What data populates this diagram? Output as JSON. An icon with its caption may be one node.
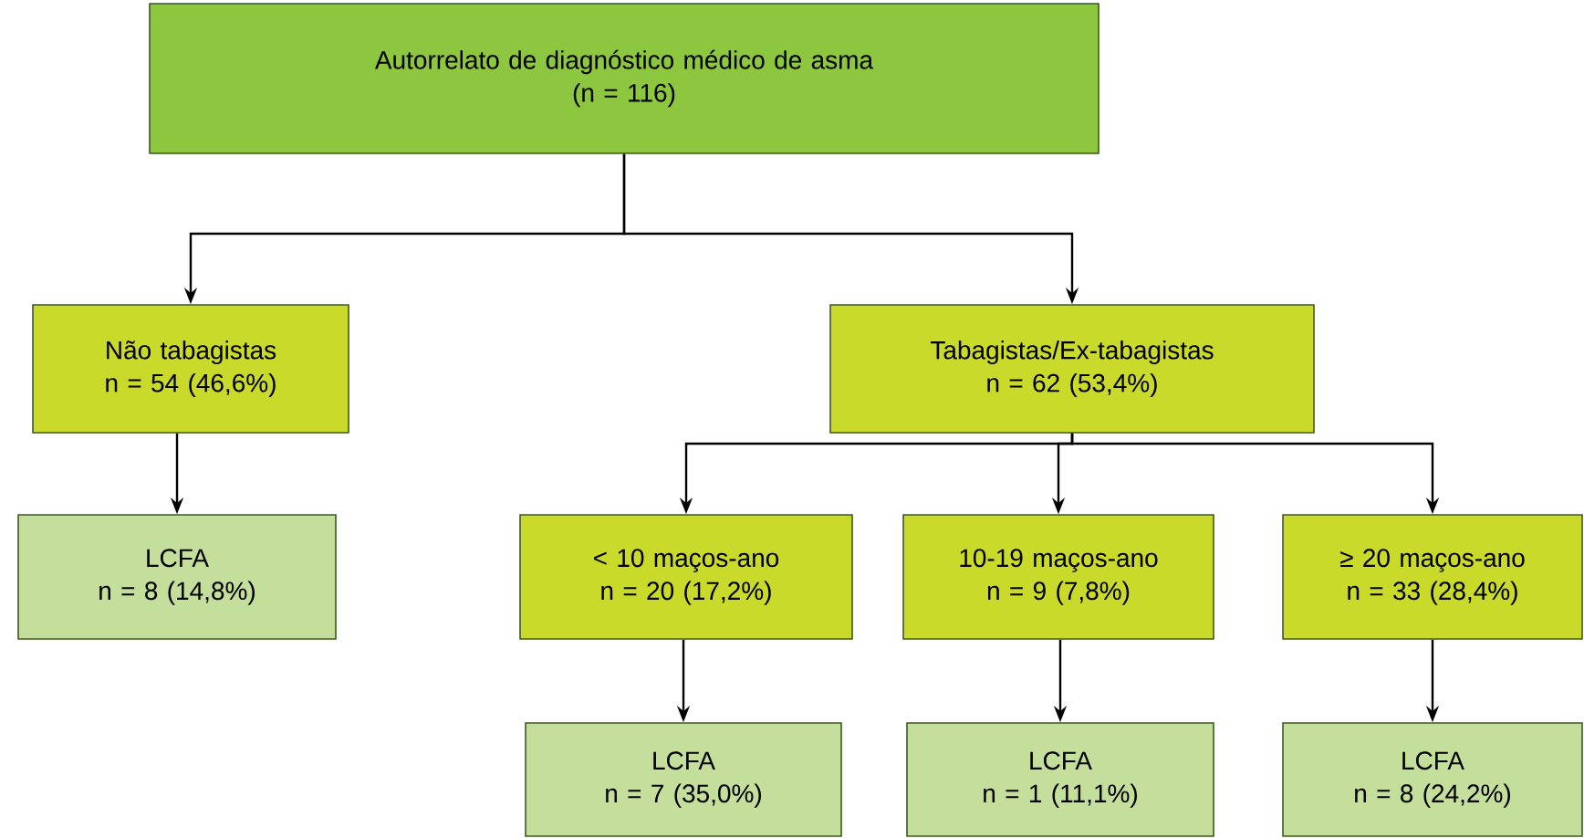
{
  "diagram": {
    "nodes": [
      {
        "text": [
          "Autorrelato de diagnóstico médico de asma",
          "(n = 116)"
        ]
      },
      {
        "text": [
          "Não tabagistas",
          "n = 54 (46,6%)"
        ]
      },
      {
        "text": [
          "Tabagistas/Ex-tabagistas",
          "n = 62 (53,4%)"
        ]
      },
      {
        "text": [
          "LCFA",
          "n = 8 (14,8%)"
        ]
      },
      {
        "text": [
          "< 10 maços-ano",
          "n = 20 (17,2%)"
        ]
      },
      {
        "text": [
          "10-19 maços-ano",
          "n = 9 (7,8%)"
        ]
      },
      {
        "text": [
          "≥ 20 maços-ano",
          "n = 33 (28,4%)"
        ]
      },
      {
        "text": [
          "LCFA",
          "n = 7 (35,0%)"
        ]
      },
      {
        "text": [
          "LCFA",
          "n = 1 (11,1%)"
        ]
      },
      {
        "text": [
          "LCFA",
          "n = 8 (24,2%)"
        ]
      }
    ],
    "edges": [
      {
        "from": 0,
        "to": 1,
        "arrow": "to"
      },
      {
        "from": 0,
        "to": 2,
        "arrow": "to"
      },
      {
        "from": 1,
        "to": 3,
        "arrow": "to"
      },
      {
        "from": 2,
        "to": 4,
        "arrow": "to"
      },
      {
        "from": 2,
        "to": 5,
        "arrow": "to"
      },
      {
        "from": 2,
        "to": 6,
        "arrow": "to"
      },
      {
        "from": 4,
        "to": 7,
        "arrow": "to"
      },
      {
        "from": 5,
        "to": 8,
        "arrow": "to"
      },
      {
        "from": 6,
        "to": 9,
        "arrow": "to"
      }
    ]
  }
}
